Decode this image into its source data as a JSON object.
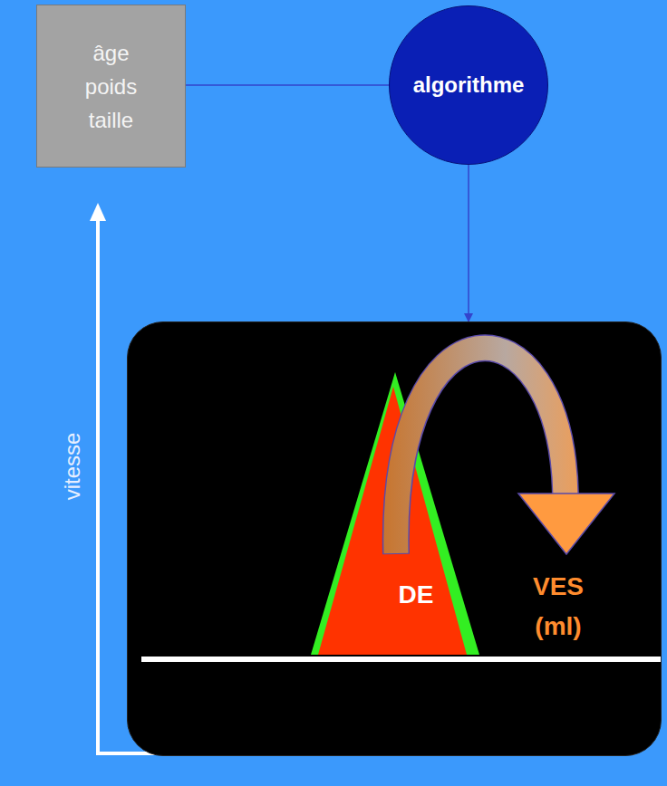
{
  "diagram": {
    "nodes": [
      {
        "text": [
          "âge poids taille"
        ]
      },
      {
        "text": [
          "algorithme"
        ]
      },
      {
        "text": [
          "VES (ml)"
        ]
      },
      {
        "text": [
          "DE"
        ],
        "in": 2
      }
    ],
    "edges": [
      {
        "from": 0,
        "to": 1,
        "arrow": "none"
      },
      {
        "from": 1,
        "to": 2,
        "arrow": "to"
      }
    ],
    "labels": [
      "vitesse"
    ]
  }
}
